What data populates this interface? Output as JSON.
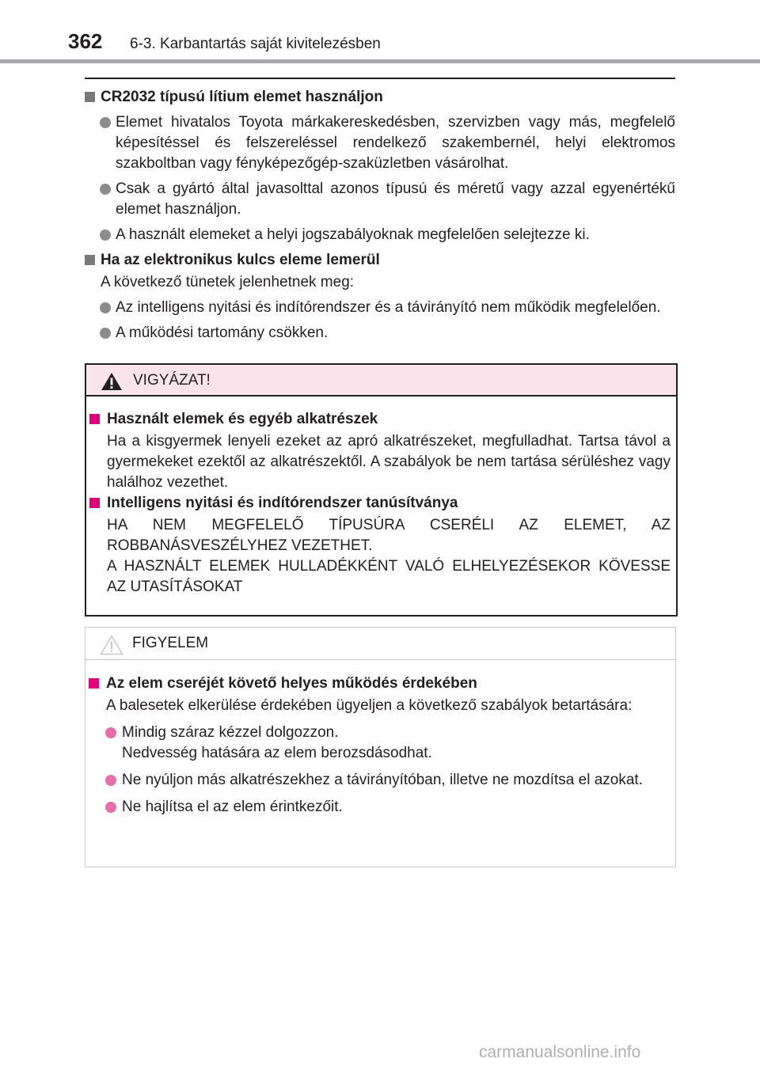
{
  "header": {
    "page_number": "362",
    "section_title": "6-3. Karbantartás saját kivitelezésben"
  },
  "content": {
    "section1": {
      "title": "CR2032 típusú lítium elemet használjon",
      "bullets": [
        "Elemet hivatalos Toyota márkakereskedésben, szervizben vagy más, megfelelő képesítéssel és felszereléssel rendelkező szakembernél, helyi elektromos szakboltban vagy fényképezőgép-szaküzletben vásárolhat.",
        "Csak a gyártó által javasolttal azonos típusú és méretű vagy azzal egyenértékű elemet használjon.",
        "A használt elemeket a helyi jogszabályoknak megfelelően selejtezze ki."
      ]
    },
    "section2": {
      "title": "Ha az elektronikus kulcs eleme lemerül",
      "intro": "A következő tünetek jelenhetnek meg:",
      "bullets": [
        "Az intelligens nyitási és indítórendszer és a távirányító nem működik megfelelően.",
        "A működési tartomány csökken."
      ]
    }
  },
  "warning": {
    "label": "VIGYÁZAT!",
    "items": [
      {
        "title": "Használt elemek és egyéb alkatrészek",
        "text": "Ha a kisgyermek lenyeli ezeket az apró alkatrészeket, megfulladhat. Tartsa távol a gyermekeket ezektől az alkatrészektől. A szabályok be nem tartása sérüléshez vagy halálhoz vezethet."
      },
      {
        "title": "Intelligens nyitási és indítórendszer tanúsítványa",
        "text1": "HA NEM MEGFELELŐ TÍPUSÚRA CSERÉLI AZ ELEMET, AZ ROBBANÁSVESZÉLYHEZ VEZETHET.",
        "text2": "A HASZNÁLT ELEMEK HULLADÉKKÉNT VALÓ ELHELYEZÉSEKOR KÖVESSE AZ UTASÍTÁSOKAT"
      }
    ]
  },
  "notice": {
    "label": "FIGYELEM",
    "title": "Az elem cseréjét követő helyes működés érdekében",
    "intro": "A balesetek elkerülése érdekében ügyeljen a következő szabályok betartására:",
    "bullets": [
      {
        "line1": "Mindig száraz kézzel dolgozzon.",
        "line2": "Nedvesség hatására az elem berozsdásodhat."
      },
      {
        "line1": "Ne nyúljon más alkatrészekhez a távirányítóban, illetve ne mozdítsa el azokat."
      },
      {
        "line1": "Ne hajlítsa el az elem érintkezőit."
      }
    ]
  },
  "watermark": "carmanualsonline.info",
  "colors": {
    "warning_accent": "#e0007a",
    "warning_header_bg": "#fce4ec",
    "bullet_gray": "#8c8c8c"
  }
}
